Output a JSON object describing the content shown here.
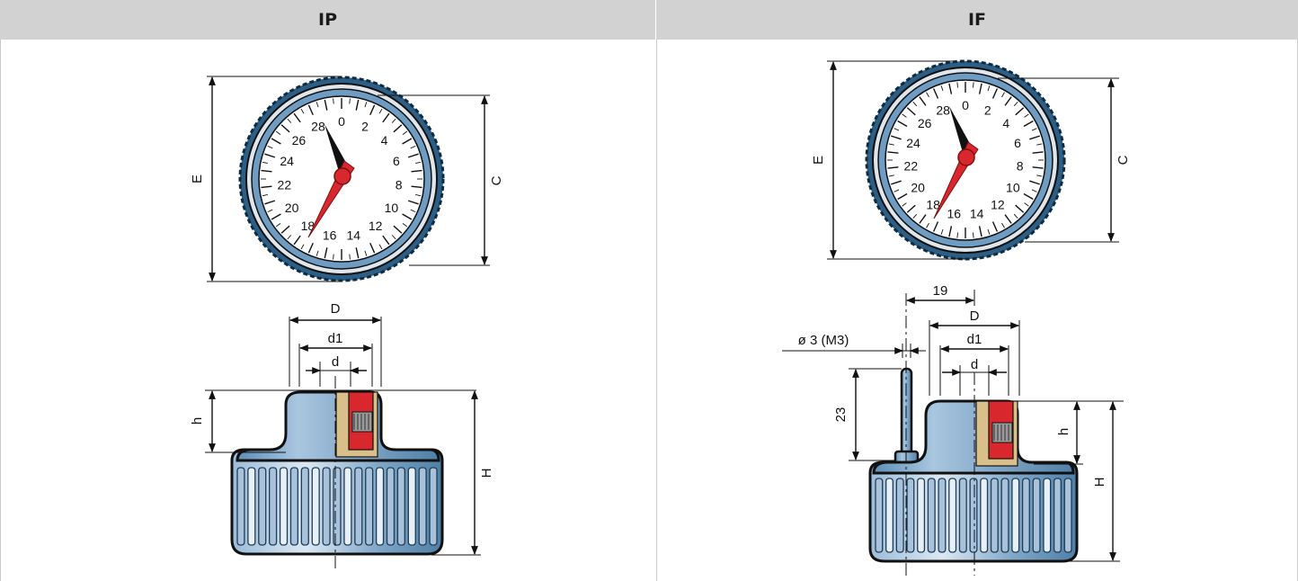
{
  "header": {
    "left_title": "IP",
    "right_title": "IF"
  },
  "ip": {
    "dial_numbers": [
      "0",
      "2",
      "4",
      "6",
      "8",
      "10",
      "12",
      "14",
      "16",
      "18",
      "20",
      "22",
      "24",
      "26",
      "28"
    ],
    "dims": {
      "E": "E",
      "C": "C",
      "D": "D",
      "d1": "d1",
      "d": "d",
      "h": "h",
      "H": "H"
    }
  },
  "if": {
    "dial_numbers": [
      "0",
      "2",
      "4",
      "6",
      "8",
      "10",
      "12",
      "14",
      "16",
      "18",
      "20",
      "22",
      "24",
      "26",
      "28"
    ],
    "dims": {
      "E": "E",
      "C": "C",
      "D": "D",
      "d1": "d1",
      "d": "d",
      "h": "h",
      "H": "H",
      "n19": "19",
      "n23": "23",
      "pin": "ø 3 (M3)"
    }
  },
  "colors": {
    "header_bg": "#d2d2d2",
    "knob_blue": "#5d8fb8",
    "knob_dark": "#2b5a80",
    "insert_red": "#d9272e",
    "insert_brass": "#d9c08a"
  }
}
